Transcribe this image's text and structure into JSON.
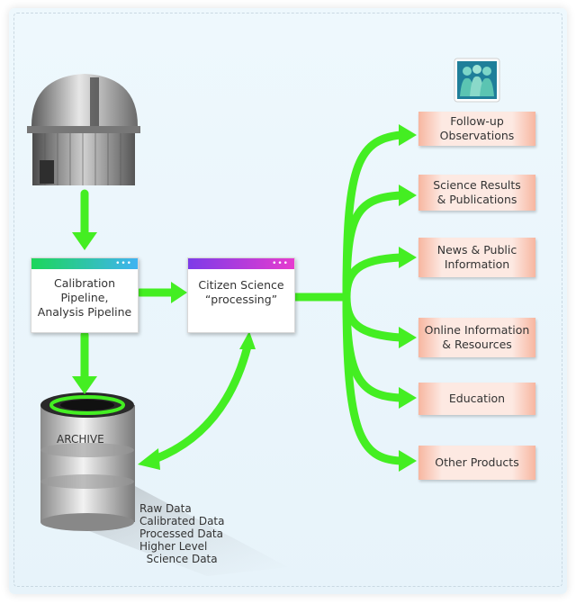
{
  "pipeline": {
    "calibration_label": "Calibration\nPipeline,\nAnalysis Pipeline",
    "citizen_label": "Citizen Science\n“processing”",
    "window_dots": "•••"
  },
  "archive": {
    "label": "ARCHIVE",
    "contents": [
      "Raw Data",
      "Calibrated Data",
      "Processed Data",
      "Higher Level",
      "  Science Data"
    ]
  },
  "outputs": [
    {
      "label": "Follow-up\nObservations"
    },
    {
      "label": "Science Results\n& Publications"
    },
    {
      "label": "News & Public\nInformation"
    },
    {
      "label": "Online Information\n& Resources"
    },
    {
      "label": "Education"
    },
    {
      "label": "Other Products"
    }
  ],
  "icons": {
    "observatory": "observatory-icon",
    "database": "database-icon",
    "logo": "people-logo-icon"
  },
  "colors": {
    "arrow_green": "#44ee22",
    "calibration_bar_start": "#1dd65a",
    "calibration_bar_end": "#3fb3f2",
    "citizen_bar_start": "#7d3ce8",
    "citizen_bar_end": "#e63ccf",
    "output_box": "#f7b6a0"
  }
}
